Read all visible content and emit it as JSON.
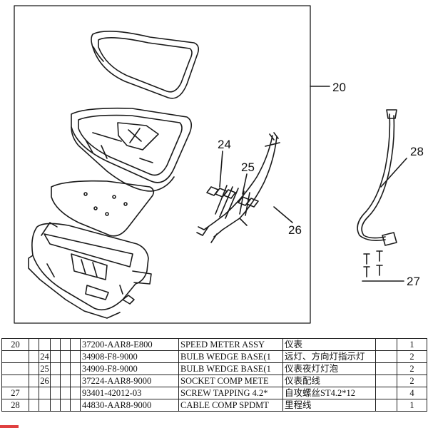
{
  "callouts": {
    "assembly": "20",
    "bulb_wedge": "24",
    "bulb_wedge_night": "25",
    "socket_comp": "26",
    "screws": "27",
    "cable_comp": "28"
  },
  "parts_table": {
    "rows": [
      {
        "ref": "20",
        "sub": "",
        "part_no": "37200-AAR8-E800",
        "name_en": "SPEED METER ASSY",
        "name_cn": "仪表",
        "qty": "1"
      },
      {
        "ref": "",
        "sub": "24",
        "part_no": "34908-F8-9000",
        "name_en": "BULB WEDGE BASE(1",
        "name_cn": "远灯、方向灯指示灯",
        "qty": "2"
      },
      {
        "ref": "",
        "sub": "25",
        "part_no": "34909-F8-9000",
        "name_en": "BULB WEDGE BASE(1",
        "name_cn": "仪表夜灯灯泡",
        "qty": "2"
      },
      {
        "ref": "",
        "sub": "26",
        "part_no": "37224-AAR8-9000",
        "name_en": "SOCKET COMP METE",
        "name_cn": "仪表配线",
        "qty": "2"
      },
      {
        "ref": "27",
        "sub": "",
        "part_no": "93401-42012-03",
        "name_en": "SCREW TAPPING 4.2*",
        "name_cn": "自攻螺丝ST4.2*12",
        "qty": "4"
      },
      {
        "ref": "28",
        "sub": "",
        "part_no": "44830-AAR8-9000",
        "name_en": "CABLE COMP SPDMT",
        "name_cn": "里程线",
        "qty": "1"
      }
    ]
  }
}
